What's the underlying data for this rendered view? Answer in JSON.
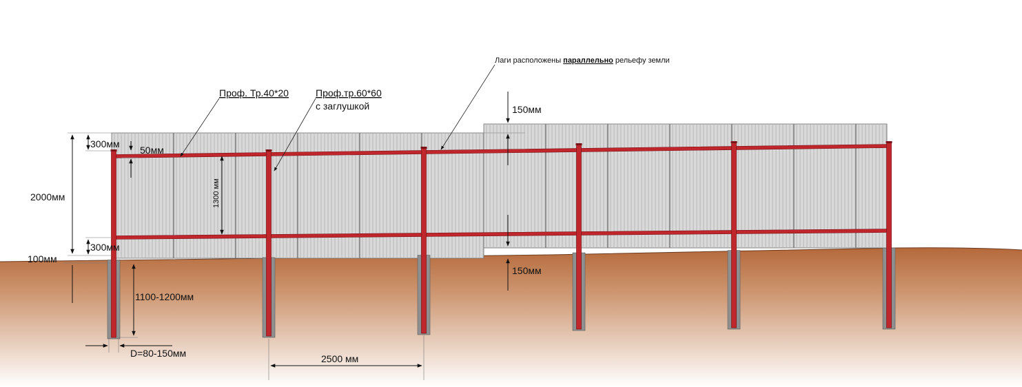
{
  "labels": {
    "lag_note_pre": "Лаги расположены ",
    "lag_note_bold": "параллельно",
    "lag_note_post": " рельефу земли",
    "rail_profile": "Проф. Тр.40*20",
    "post_profile": "Проф.тр.60*60",
    "post_cap": "с заглушкой",
    "dim_150_top": "150мм",
    "dim_150_bottom": "150мм",
    "dim_300_top": "300мм",
    "dim_50": "50мм",
    "dim_1300": "1300 мм",
    "dim_2000": "2000мм",
    "dim_300_bottom": "300мм",
    "dim_100": "100мм",
    "dim_depth": "1100-1200мм",
    "dim_diameter": "D=80-150мм",
    "dim_span": "2500 мм"
  },
  "colors": {
    "sheet_fill": "#d9d9d9",
    "sheet_rib": "#b8b8b8",
    "sheet_seam": "#6f6f6f",
    "steel": "#c0272d",
    "steel_dark": "#7a1418",
    "concrete": "#8f8f8f",
    "ground_top": "#b5693a",
    "ground_bottom": "#ffffff"
  }
}
